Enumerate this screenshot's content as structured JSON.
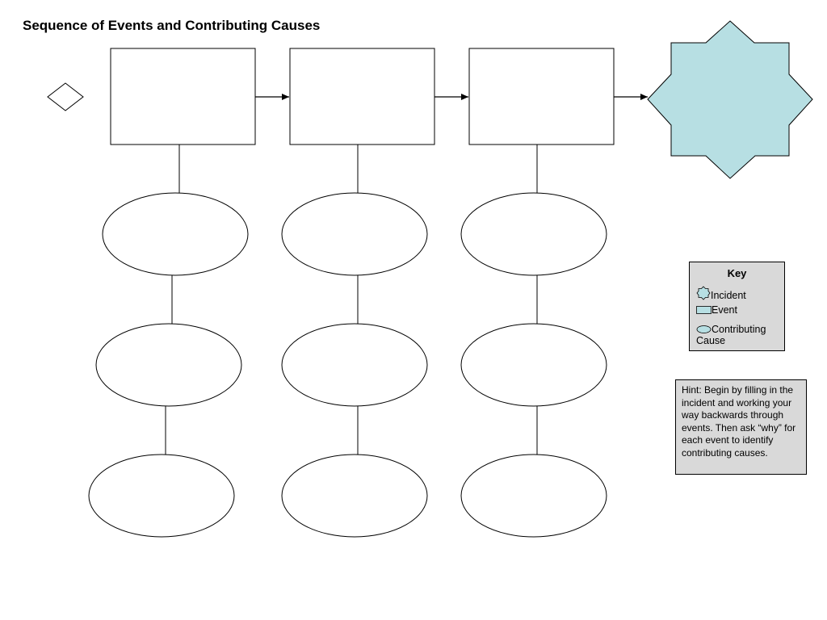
{
  "title": "Sequence of Events and Contributing Causes",
  "colors": {
    "incident_fill": "#b7dfe3",
    "panel_fill": "#d9d9d9",
    "stroke": "#000000"
  },
  "diagram": {
    "events": [
      "",
      "",
      ""
    ],
    "causes": [
      [
        "",
        "",
        ""
      ],
      [
        "",
        "",
        ""
      ],
      [
        "",
        "",
        ""
      ]
    ],
    "incident": ""
  },
  "key": {
    "title": "Key",
    "items": [
      {
        "icon": "star-icon",
        "label": "Incident"
      },
      {
        "icon": "rectangle-icon",
        "label": "Event"
      },
      {
        "icon": "ellipse-icon",
        "label": "Contributing Cause"
      }
    ]
  },
  "hint": "Hint:  Begin by filling in the incident and working your way backwards through events.  Then ask “why” for each event to identify contributing causes."
}
